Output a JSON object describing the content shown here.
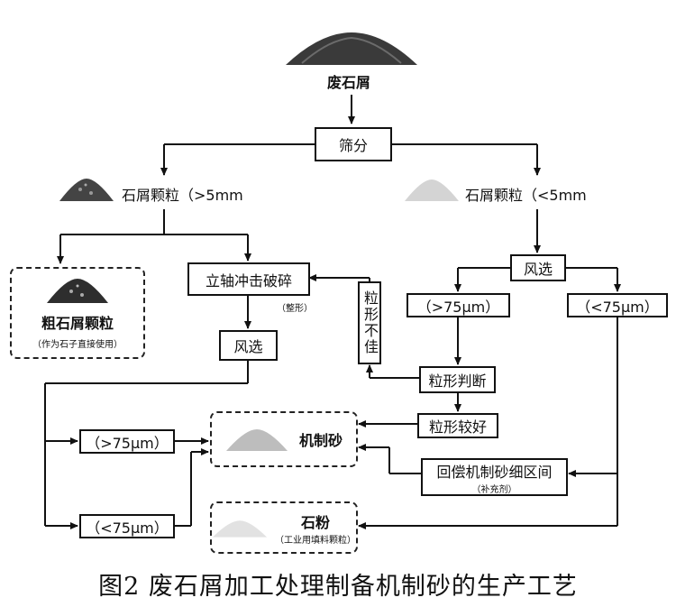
{
  "nodes": {
    "waste": "废石屑",
    "screening": "筛分",
    "coarse_particles": "石屑颗粒（>5mm",
    "fine_particles": "石屑颗粒（<5mm",
    "coarse_product_title": "粗石屑颗粒",
    "coarse_product_note": "（作为石子直接使用）",
    "impact_crusher": "立轴冲击破碎",
    "shaping_note": "（整形）",
    "air_sep_left": "风选",
    "air_sep_right": "风选",
    "gt75_right": "（>75μm）",
    "lt75_right": "（<75μm）",
    "poor_shape": "粒形不佳",
    "shape_judge": "粒形判断",
    "good_shape": "粒形较好",
    "machine_sand": "机制砂",
    "backfill": "回偿机制砂细区间",
    "backfill_note": "（补充剂）",
    "stone_powder": "石粉",
    "stone_powder_note": "（工业用填料颗粒）",
    "gt75_left": "（>75μm）",
    "lt75_left": "（<75μm）"
  },
  "caption": "图2 废石屑加工处理制备机制砂的生产工艺"
}
